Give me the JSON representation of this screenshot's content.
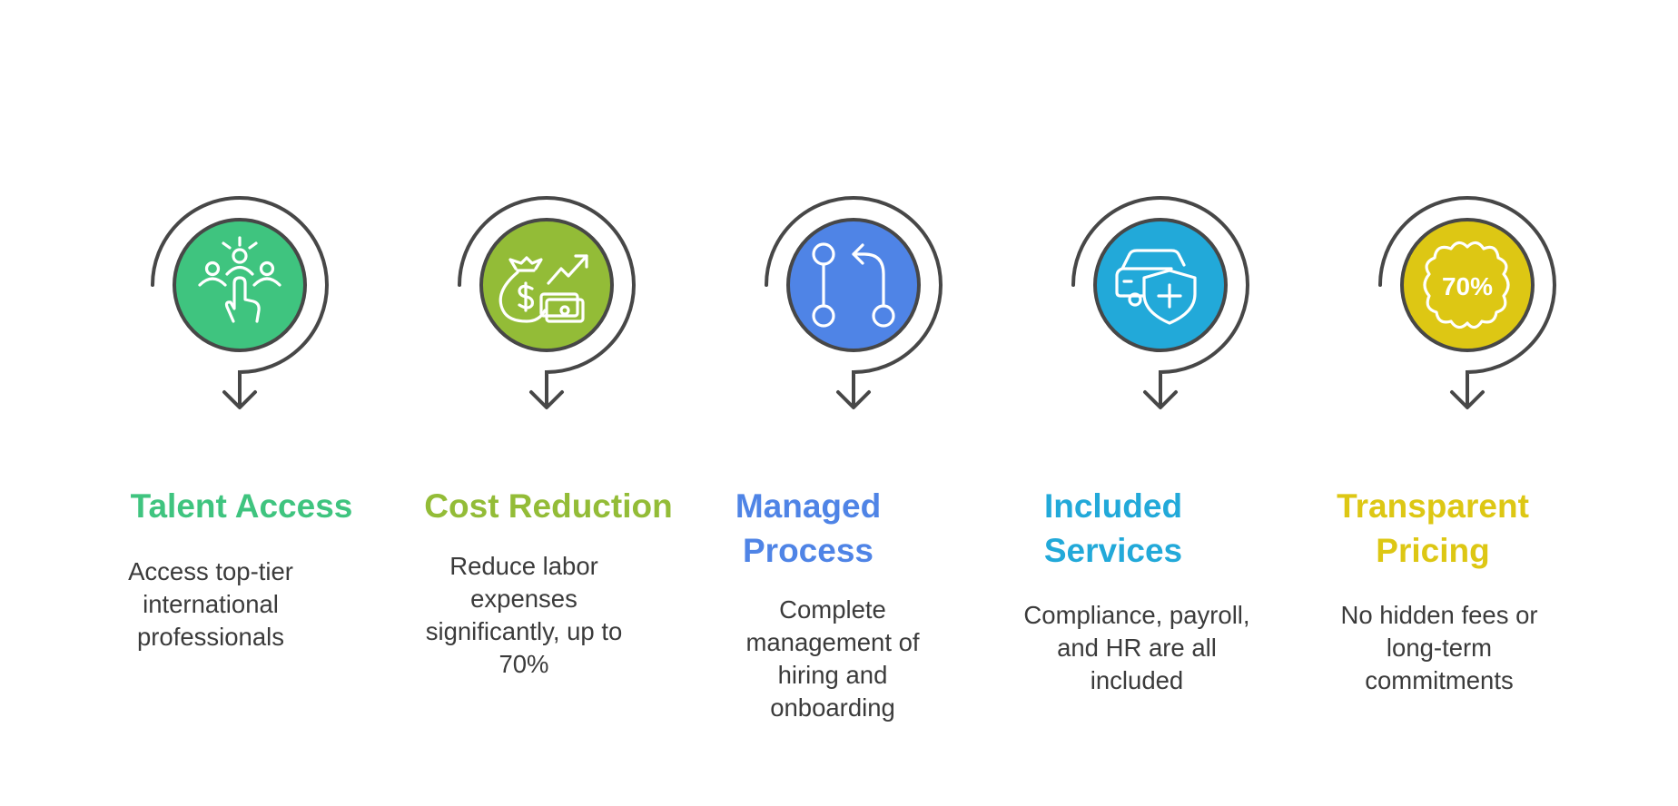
{
  "colors": {
    "outline": "#474747",
    "ink": "#3b3b3b"
  },
  "steps": [
    {
      "title": "Talent Access",
      "description": "Access top-tier\ninternational\nprofessionals",
      "color": "#3fc47f",
      "icon": "people-pointing-hand-icon"
    },
    {
      "title": "Cost Reduction",
      "description": "Reduce labor\nexpenses\nsignificantly, up to\n70%",
      "color": "#93bc37",
      "icon": "money-bag-growth-icon"
    },
    {
      "title": "Managed\nProcess",
      "description": "Complete\nmanagement of\nhiring and\nonboarding",
      "color": "#4f84e6",
      "icon": "workflow-branch-icon"
    },
    {
      "title": "Included\nServices",
      "description": "Compliance, payroll,\nand HR are all\nincluded",
      "color": "#22a9d9",
      "icon": "car-shield-icon"
    },
    {
      "title": "Transparent\nPricing",
      "description": "No hidden fees or\nlong-term\ncommitments",
      "color": "#ddc714",
      "icon": "discount-badge-icon"
    }
  ],
  "icon_text": {
    "discount": "70%"
  }
}
